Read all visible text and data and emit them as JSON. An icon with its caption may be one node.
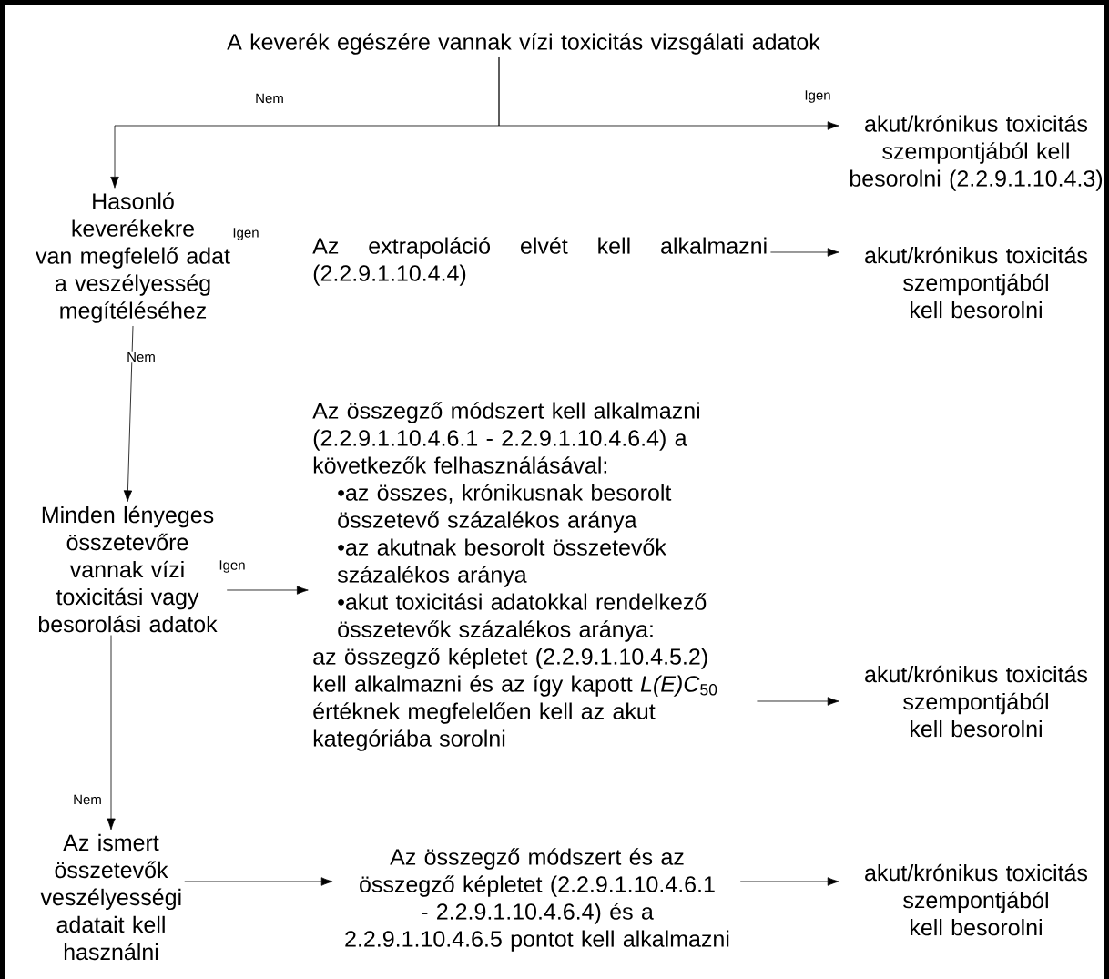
{
  "diagram": {
    "nodes": [
      {
        "text": [
          "A keverék egészére vannak vízi toxicitás vizsgálati adatok"
        ]
      },
      {
        "text": [
          "akut/krónikus toxicitás szempontjából kell besorolni (2.2.9.1.10.4.3)"
        ]
      },
      {
        "text": [
          "Hasonló keverékekre van megfelelő adat a veszélyesség megítéléséhez"
        ]
      },
      {
        "text": [
          "Az extrapoláció elvét kell alkalmazni (2.2.9.1.10.4.4)"
        ]
      },
      {
        "text": [
          "akut/krónikus toxicitás szempontjából kell besorolni"
        ]
      },
      {
        "text": [
          "Minden lényeges összetevőre vannak vízi toxicitási vagy besorolási adatok"
        ]
      },
      {
        "text": [
          "Az összegző módszert kell alkalmazni (2.2.9.1.10.4.6.1 - 2.2.9.1.10.4.6.4) a következők felhasználásával:",
          "•az összes, krónikusnak besorolt összetevő százalékos aránya",
          "•az akutnak besorolt összetevők százalékos aránya",
          "•akut toxicitási adatokkal rendelkező összetevők százalékos aránya:",
          "az összegző képletet (2.2.9.1.10.4.5.2) kell alkalmazni és az így kapott *L(E)C*$_{50}$ értéknek megfelelően kell az akut kategóriába sorolni"
        ]
      },
      {
        "text": [
          "akut/krónikus toxicitás szempontjából kell besorolni"
        ]
      },
      {
        "text": [
          "Az ismert összetevők veszélyességi adatait kell használni"
        ]
      },
      {
        "text": [
          "Az összegző módszert és az összegző képletet (2.2.9.1.10.4.6.1 - 2.2.9.1.10.4.6.4) és a 2.2.9.1.10.4.6.5 pontot kell alkalmazni"
        ]
      },
      {
        "text": [
          "akut/krónikus toxicitás szempontjából kell besorolni"
        ]
      }
    ],
    "edges": [
      {
        "from": 0,
        "to": 2,
        "arrow": "to",
        "label": "Nem"
      },
      {
        "from": 0,
        "to": 1,
        "arrow": "to",
        "label": "Igen"
      },
      {
        "from": 3,
        "to": 4,
        "arrow": "to"
      },
      {
        "from": 2,
        "to": 5,
        "arrow": "to",
        "label": "Nem"
      },
      {
        "from": 5,
        "to": 6,
        "arrow": "to",
        "label": "Igen"
      },
      {
        "from": 6,
        "to": 7,
        "arrow": "to"
      },
      {
        "from": 5,
        "to": 8,
        "arrow": "to",
        "label": "Nem"
      },
      {
        "from": 8,
        "to": 9,
        "arrow": "to"
      },
      {
        "from": 9,
        "to": 10,
        "arrow": "to"
      }
    ],
    "labels": [
      "Igen"
    ]
  }
}
